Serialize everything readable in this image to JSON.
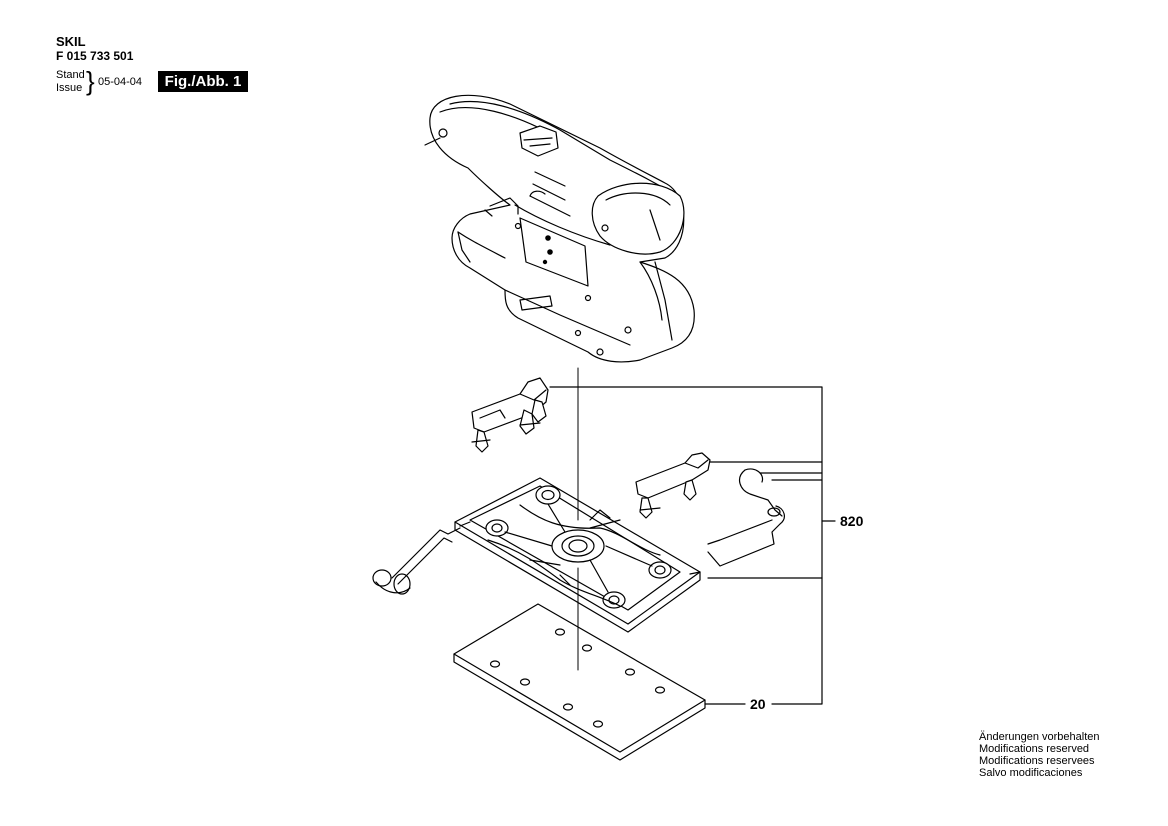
{
  "header": {
    "brand": "SKIL",
    "part_number": "F 015 733 501",
    "stand": "Stand",
    "issue": "Issue",
    "date": "05-04-04",
    "figure": "Fig./Abb. 1"
  },
  "callouts": {
    "assembly": "820",
    "sanding_sheet": "20"
  },
  "notes": [
    "Änderungen vorbehalten",
    "Modifications reserved",
    "Modifications reservees",
    "Salvo modificaciones"
  ]
}
